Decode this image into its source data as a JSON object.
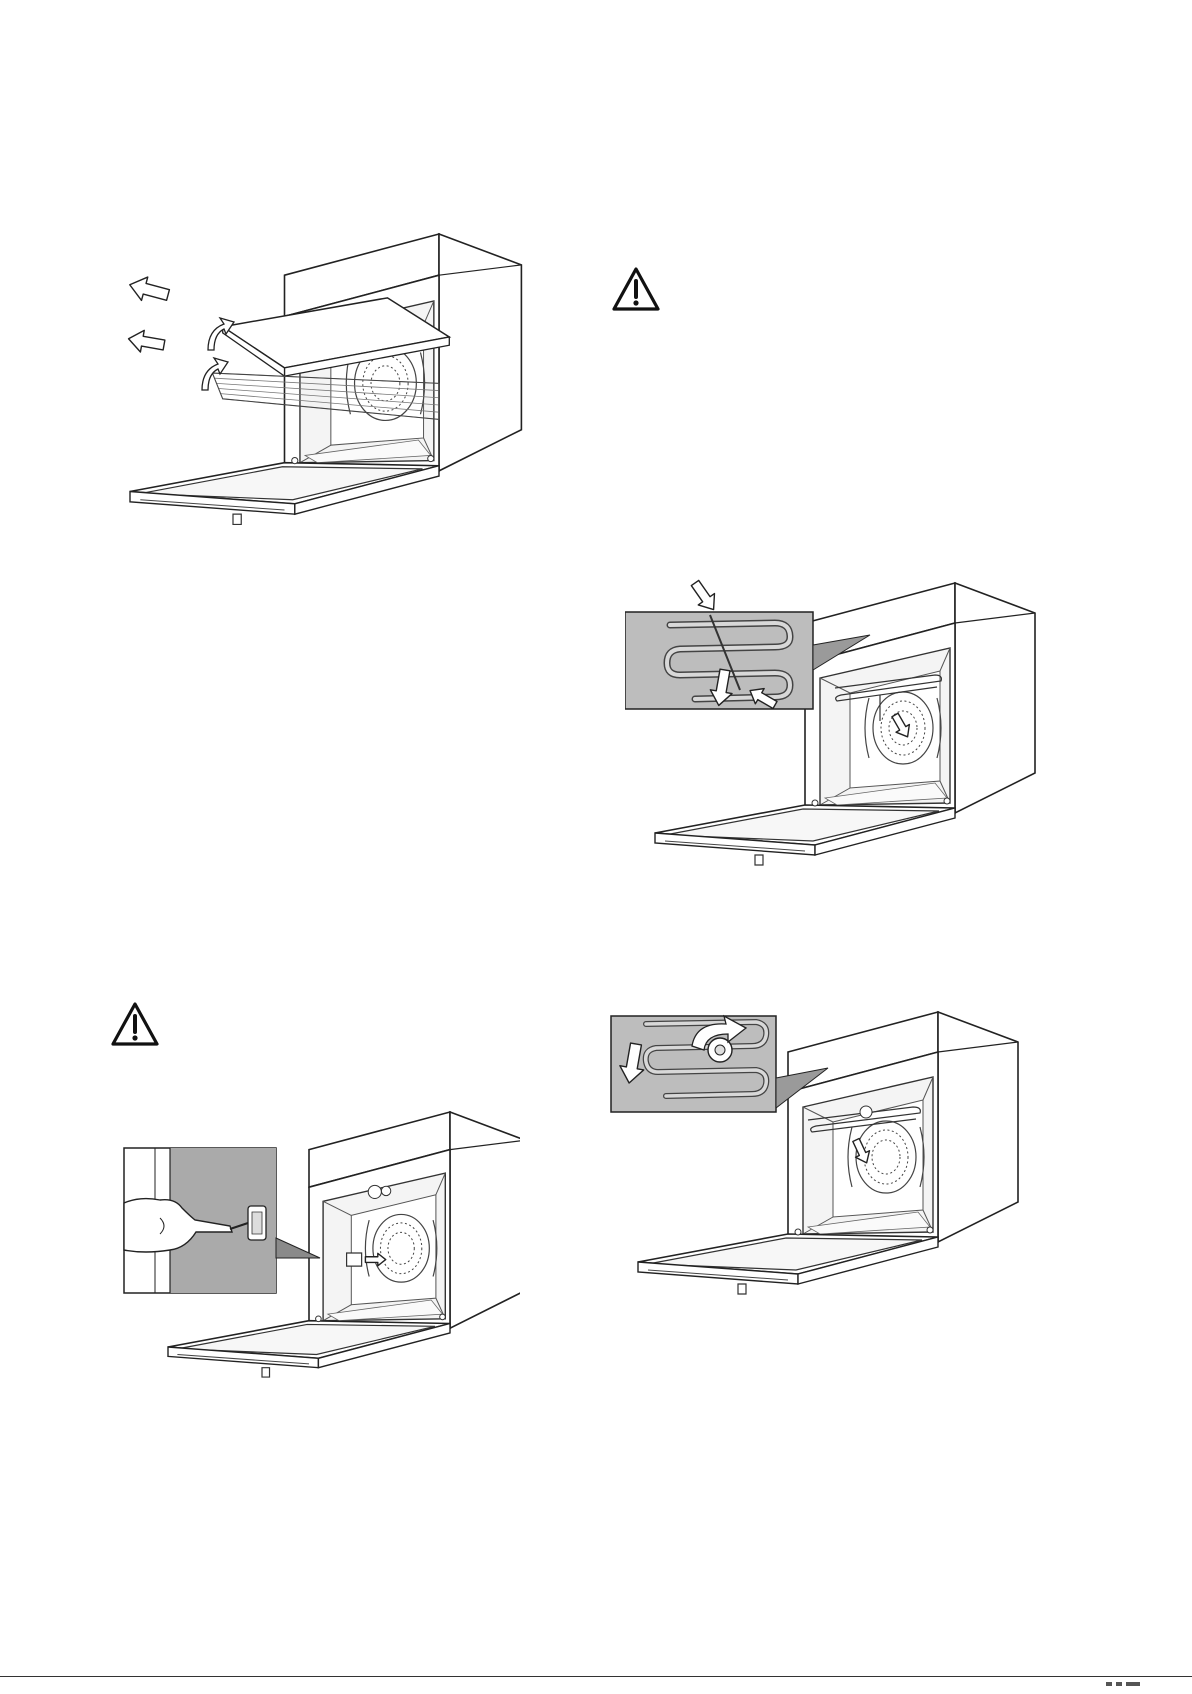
{
  "document": {
    "type": "oven-manual-page",
    "figures": [
      {
        "id": "remove-accessories",
        "icon": "oven-removing-rails-illustration"
      },
      {
        "id": "warning-top-right",
        "icon": "warning-triangle-icon"
      },
      {
        "id": "lower-heating-element",
        "icon": "oven-heating-element-lowering-illustration"
      },
      {
        "id": "warning-bottom-left",
        "icon": "warning-triangle-icon"
      },
      {
        "id": "unscrew-lamp-cover",
        "icon": "oven-screwdriver-illustration"
      },
      {
        "id": "heating-element-screw",
        "icon": "oven-heating-element-screw-illustration"
      }
    ]
  }
}
